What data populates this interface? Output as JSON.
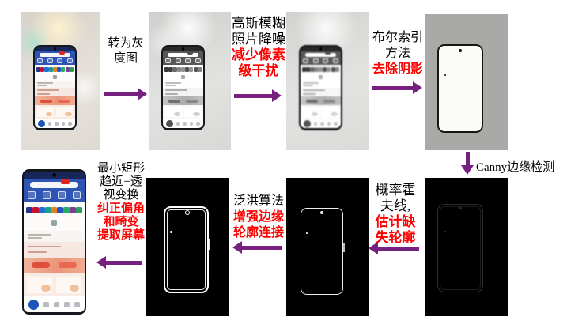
{
  "colors": {
    "arrow": "#76217f",
    "label_text": "#000000",
    "emphasis_text": "#ff0000"
  },
  "steps": {
    "step1": {
      "l1": "转为灰",
      "l2": "度图"
    },
    "step2": {
      "l1": "高斯模糊",
      "l2": "照片降噪",
      "r1": "减少像素",
      "r2": "级干扰"
    },
    "step3": {
      "l1": "布尔索引",
      "l2": "方法",
      "r1": "去除阴影"
    },
    "canny": {
      "label": "Canny边缘检测"
    },
    "step5": {
      "l1": "概率霍",
      "l2": "夫线,",
      "r1": "估计缺",
      "r2": "失轮廓"
    },
    "step6": {
      "l1": "泛洪算法",
      "r1": "增强边缘",
      "r2": "轮廓连接"
    },
    "step7": {
      "l1": "最小矩形",
      "l2": "趋近+透",
      "l3": "视变换",
      "r1": "纠正偏角",
      "r2": "和畸变",
      "r3": "提取屏幕"
    }
  }
}
